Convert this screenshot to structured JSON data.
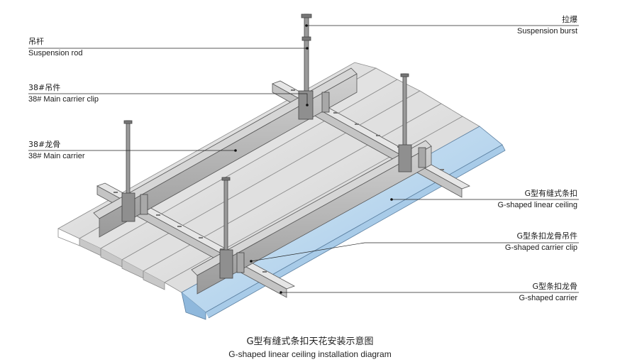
{
  "labels": {
    "suspension_burst": {
      "zh": "拉爆",
      "en": "Suspension burst"
    },
    "suspension_rod": {
      "zh": "吊杆",
      "en": "Suspension rod"
    },
    "main_carrier_clip": {
      "zh": "38#吊件",
      "en": "38#  Main carrier clip"
    },
    "main_carrier": {
      "zh": "38#龙骨",
      "en": "38# Main carrier"
    },
    "linear_ceiling": {
      "zh": "G型有缝式条扣",
      "en": "G-shaped linear ceiling"
    },
    "carrier_clip": {
      "zh": "G型条扣龙骨吊件",
      "en": "G-shaped carrier clip"
    },
    "carrier": {
      "zh": "G型条扣龙骨",
      "en": "G-shaped carrier"
    }
  },
  "title": {
    "zh": "G型有缝式条扣天花安装示意图",
    "en": "G-shaped linear ceiling installation diagram"
  },
  "colors": {
    "panel": "#dcdcdc",
    "panel_edge": "#8a8a8a",
    "highlight_panel": "#b9d7ee",
    "carrier": "#b4b4b4",
    "rod": "#8c8c8c"
  }
}
